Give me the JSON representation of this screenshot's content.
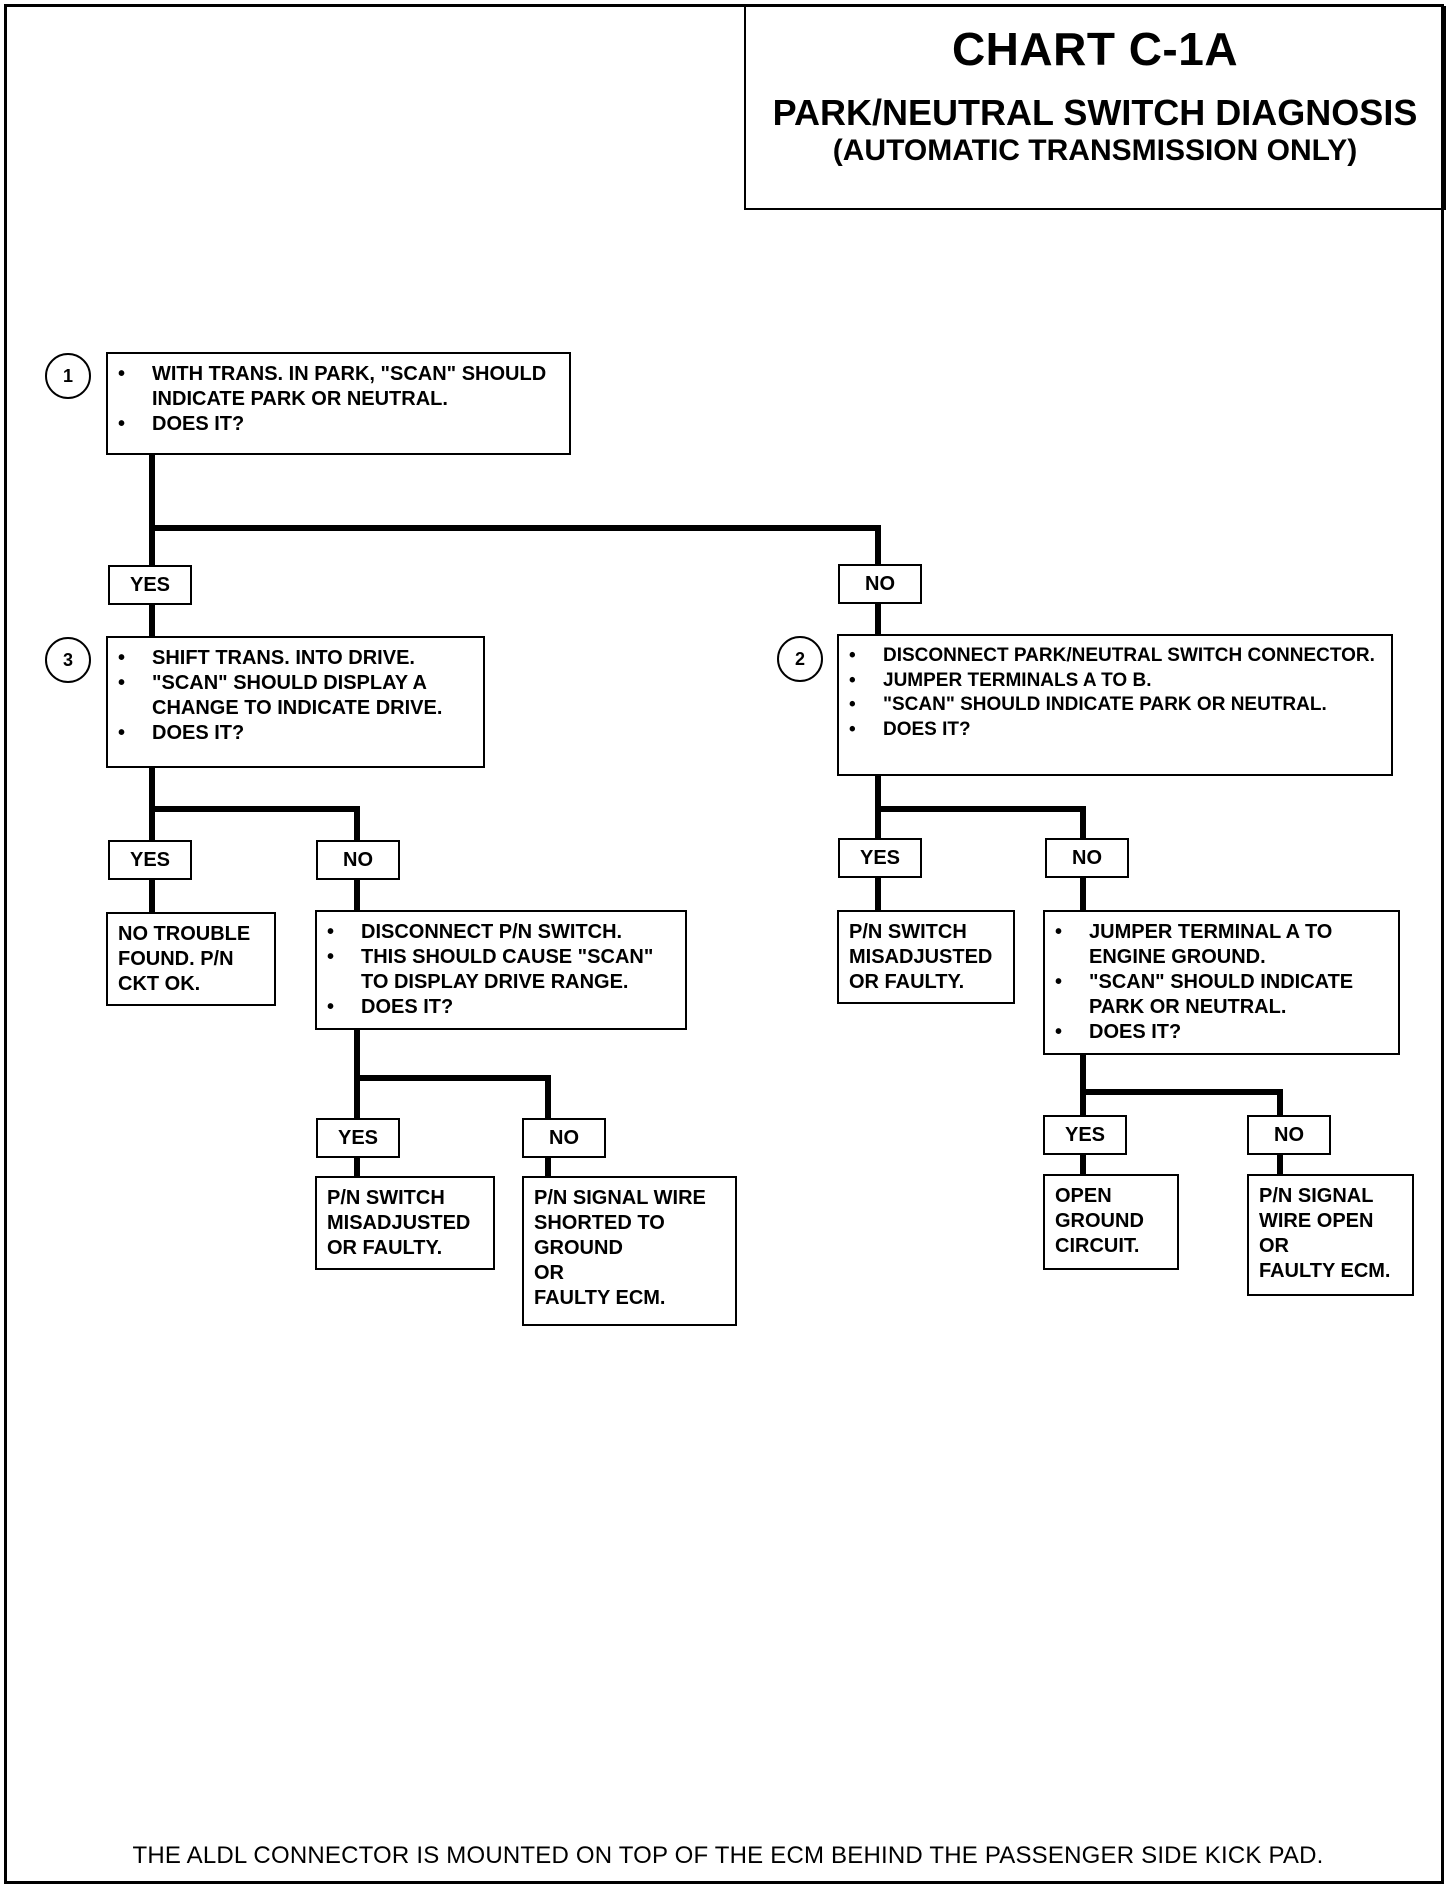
{
  "header": {
    "title": "CHART C-1A",
    "subtitle": "PARK/NEUTRAL SWITCH DIAGNOSIS",
    "subtitle2": "(AUTOMATIC TRANSMISSION ONLY)"
  },
  "steps": {
    "step1": {
      "number": "1",
      "items": [
        "WITH TRANS. IN PARK, \"SCAN\" SHOULD INDICATE PARK OR NEUTRAL.",
        "DOES IT?"
      ]
    },
    "step3": {
      "number": "3",
      "items": [
        "SHIFT TRANS. INTO DRIVE.",
        "\"SCAN\" SHOULD DISPLAY A CHANGE TO INDICATE DRIVE.",
        "DOES IT?"
      ]
    },
    "step2": {
      "number": "2",
      "items": [
        "DISCONNECT PARK/NEUTRAL SWITCH CONNECTOR.",
        "JUMPER TERMINALS A TO B.",
        "\"SCAN\" SHOULD INDICATE PARK OR NEUTRAL.",
        "DOES IT?"
      ]
    },
    "step3_no": {
      "items": [
        "DISCONNECT P/N SWITCH.",
        "THIS SHOULD CAUSE \"SCAN\" TO DISPLAY DRIVE RANGE.",
        "DOES IT?"
      ]
    },
    "step2_no": {
      "items": [
        "JUMPER TERMINAL A TO ENGINE GROUND.",
        "\"SCAN\" SHOULD INDICATE PARK OR NEUTRAL.",
        "DOES IT?"
      ]
    }
  },
  "results": {
    "no_trouble": "NO TROUBLE\nFOUND.  P/N\nCKT OK.",
    "switch_misadjusted_a": "P/N SWITCH\nMISADJUSTED\nOR FAULTY.",
    "signal_wire_shorted": "P/N SIGNAL WIRE\nSHORTED TO\nGROUND\nOR\nFAULTY ECM.",
    "switch_misadjusted_b": "P/N SWITCH\nMISADJUSTED\nOR FAULTY.",
    "open_ground": "OPEN\nGROUND\nCIRCUIT.",
    "signal_wire_open": "P/N SIGNAL\nWIRE OPEN\nOR\nFAULTY ECM."
  },
  "labels": {
    "yes": "YES",
    "no": "NO"
  },
  "footer": "THE ALDL CONNECTOR IS MOUNTED ON TOP OF THE ECM BEHIND THE PASSENGER SIDE KICK PAD."
}
